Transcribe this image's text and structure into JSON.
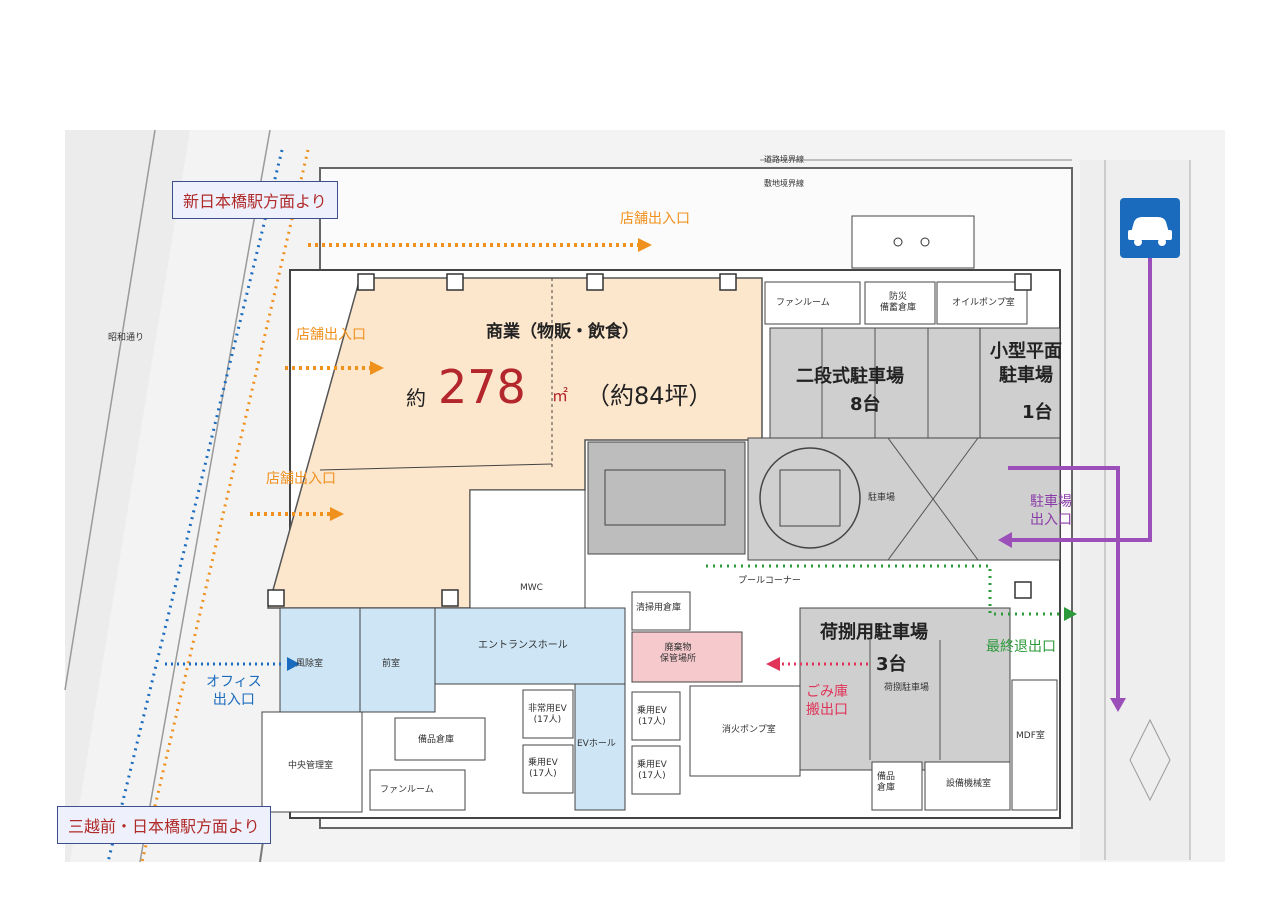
{
  "labels": {
    "from_shin_nihonbashi": "新日本橋駅方面より",
    "from_mitsukoshimae": "三越前・日本橋駅方面より",
    "shop_entrance_top": "店舗出入口",
    "shop_entrance_mid": "店舗出入口",
    "shop_entrance_low": "店舗出入口",
    "commercial_title": "商業（物販・飲食）",
    "area_prefix": "約",
    "area_value": "278",
    "area_unit": "㎡",
    "area_tsubo": "（約84坪）",
    "two_tier_parking": "二段式駐車場",
    "two_tier_count": "8台",
    "small_parking": "小型平面\n駐車場",
    "small_count": "1台",
    "parking_exit": "駐車場\n出入口",
    "loading_parking": "荷捌用駐車場",
    "loading_count": "3台",
    "final_exit": "最終退出口",
    "garbage_exit": "ごみ庫\n搬出口",
    "office_entrance": "オフィス\n出入口",
    "road_name": "昭和通り",
    "entrance_hall": "エントランスホール",
    "wind_room": "風除室",
    "front_room": "前室",
    "ev_hall": "EVホール",
    "fire_pump": "消火ポンプ室",
    "central_control": "中央管理室",
    "storage": "備品倉庫",
    "fan_room": "ファンルーム",
    "parking_small_text": "駐車場",
    "loading_small_text": "荷捌駐車場",
    "mdf": "MDF室",
    "equipment": "設備機械室",
    "oil_pump": "オイルポンプ室",
    "fan_room_top": "ファンルーム",
    "disaster_storage": "防災\n備蓄倉庫",
    "cleaning_storage": "清掃用倉庫",
    "garbage_room": "廃棄物\n保管場所",
    "mwc": "MWC",
    "ev1": "非常用EV\n(17人)",
    "ev2": "乗用EV\n(17人)",
    "ev3": "乗用EV\n(17人)",
    "ev4": "乗用EV\n(17人)",
    "pool_corner": "プールコーナー",
    "storage_small": "備品\n倉庫",
    "line_top1": "道路境界線",
    "line_top2": "敷地境界線"
  },
  "colors": {
    "commercial": "#fce6cc",
    "office": "#cde5f5",
    "parking": "#cfcfcf",
    "garbage": "#f6c9cc",
    "orange_arrow": "#f0901d",
    "blue_arrow": "#1a6bbd",
    "purple_arrow": "#9b4fb8",
    "green_arrow": "#2c9a3a",
    "red_arrow": "#e0345a",
    "area_red": "#b3262b"
  },
  "icons": [
    "car-icon"
  ]
}
